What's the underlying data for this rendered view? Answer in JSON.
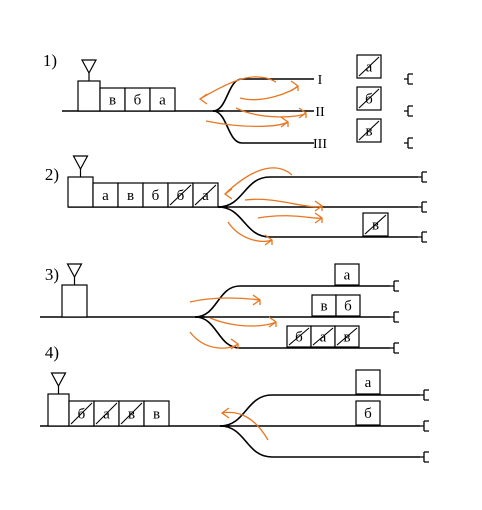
{
  "colors": {
    "line": "#000000",
    "arrow": "#e87722",
    "background": "#ffffff"
  },
  "icons": {
    "locomotive_marker": "triangle-down"
  },
  "track_labels": [
    "I",
    "II",
    "III"
  ],
  "steps": [
    {
      "number": "1)",
      "train": [
        {
          "label": "в",
          "crossed": false
        },
        {
          "label": "б",
          "crossed": false
        },
        {
          "label": "а",
          "crossed": false
        }
      ],
      "tracks": [
        {
          "cars": [
            {
              "label": "а",
              "crossed": true
            }
          ]
        },
        {
          "cars": [
            {
              "label": "б",
              "crossed": true
            }
          ]
        },
        {
          "cars": [
            {
              "label": "в",
              "crossed": true
            }
          ]
        }
      ]
    },
    {
      "number": "2)",
      "train": [
        {
          "label": "а",
          "crossed": false
        },
        {
          "label": "в",
          "crossed": false
        },
        {
          "label": "б",
          "crossed": false
        },
        {
          "label": "б",
          "crossed": true
        },
        {
          "label": "а",
          "crossed": true
        }
      ],
      "tracks": [
        {
          "cars": []
        },
        {
          "cars": []
        },
        {
          "cars": [
            {
              "label": "в",
              "crossed": true
            }
          ]
        }
      ]
    },
    {
      "number": "3)",
      "train": [],
      "tracks": [
        {
          "cars": [
            {
              "label": "а",
              "crossed": false
            }
          ]
        },
        {
          "cars": [
            {
              "label": "в",
              "crossed": false
            },
            {
              "label": "б",
              "crossed": false
            }
          ]
        },
        {
          "cars": [
            {
              "label": "б",
              "crossed": true
            },
            {
              "label": "а",
              "crossed": true
            },
            {
              "label": "в",
              "crossed": true
            }
          ]
        }
      ]
    },
    {
      "number": "4)",
      "train": [
        {
          "label": "б",
          "crossed": true
        },
        {
          "label": "а",
          "crossed": true
        },
        {
          "label": "в",
          "crossed": true
        },
        {
          "label": "в",
          "crossed": false
        }
      ],
      "tracks": [
        {
          "cars": [
            {
              "label": "а",
              "crossed": false
            }
          ]
        },
        {
          "cars": [
            {
              "label": "б",
              "crossed": false
            }
          ]
        },
        {
          "cars": []
        }
      ]
    }
  ]
}
